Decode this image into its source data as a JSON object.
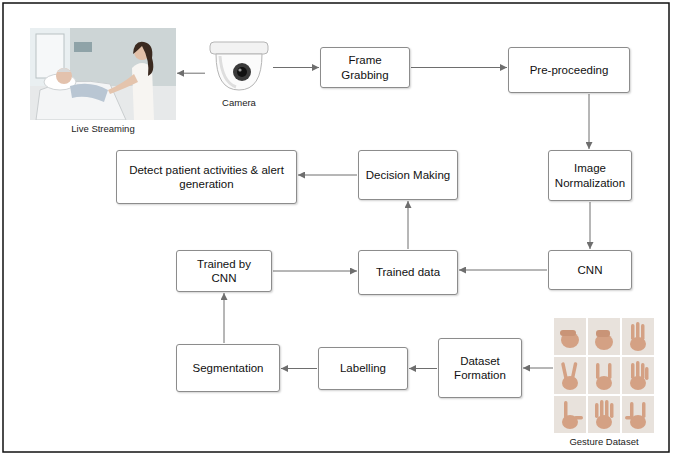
{
  "diagram": {
    "nodes": [
      {
        "text": [
          "Live Streaming"
        ]
      },
      {
        "text": [
          "Camera"
        ]
      },
      {
        "text": [
          "Frame Grabbing"
        ]
      },
      {
        "text": [
          "Pre-proceeding"
        ]
      },
      {
        "text": [
          "Detect patient activities & alert generation"
        ]
      },
      {
        "text": [
          "Decision Making"
        ]
      },
      {
        "text": [
          "Image Normalization"
        ]
      },
      {
        "text": [
          "Trained by CNN"
        ]
      },
      {
        "text": [
          "Trained data"
        ]
      },
      {
        "text": [
          "CNN"
        ]
      },
      {
        "text": [
          "Segmentation"
        ]
      },
      {
        "text": [
          "Labelling"
        ]
      },
      {
        "text": [
          "Dataset Formation"
        ]
      },
      {
        "text": [
          "Gesture Dataset"
        ]
      }
    ],
    "edges": [
      {
        "from": 1,
        "to": 0,
        "arrow": "to"
      },
      {
        "from": 1,
        "to": 2,
        "arrow": "to"
      },
      {
        "from": 2,
        "to": 3,
        "arrow": "to"
      },
      {
        "from": 3,
        "to": 6,
        "arrow": "to"
      },
      {
        "from": 6,
        "to": 9,
        "arrow": "to"
      },
      {
        "from": 9,
        "to": 8,
        "arrow": "to"
      },
      {
        "from": 7,
        "to": 8,
        "arrow": "to"
      },
      {
        "from": 8,
        "to": 5,
        "arrow": "to"
      },
      {
        "from": 5,
        "to": 4,
        "arrow": "to"
      },
      {
        "from": 13,
        "to": 12,
        "arrow": "to"
      },
      {
        "from": 12,
        "to": 11,
        "arrow": "to"
      },
      {
        "from": 11,
        "to": 10,
        "arrow": "to"
      },
      {
        "from": 10,
        "to": 7,
        "arrow": "to"
      }
    ]
  }
}
